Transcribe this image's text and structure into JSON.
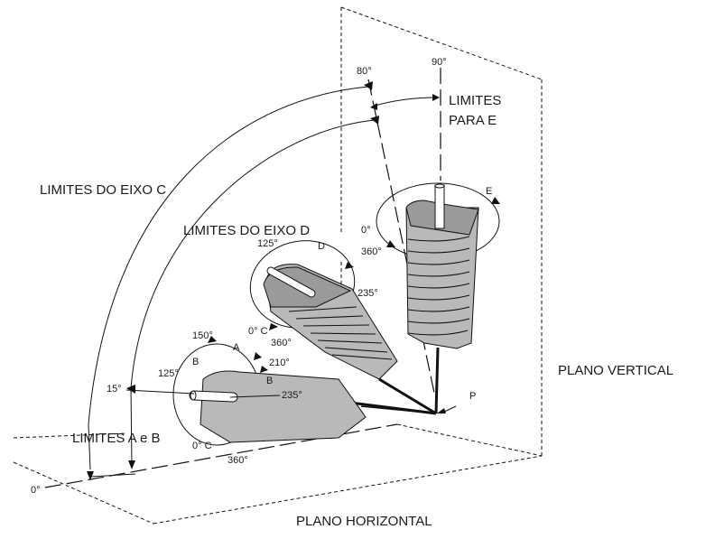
{
  "labels": {
    "limites_eixo_c": "LIMITES DO EIXO C",
    "limites_eixo_d": "LIMITES DO EIXO D",
    "limites_para_e_line1": "LIMITES",
    "limites_para_e_line2": "PARA E",
    "limites_a_e_b": "LIMITES A e B",
    "plano_vertical": "PLANO VERTICAL",
    "plano_horizontal": "PLANO HORIZONTAL",
    "point_p": "P"
  },
  "angles": {
    "deg_80": "80°",
    "deg_90": "90°",
    "deg_15": "15°",
    "deg_0": "0°",
    "e_label": "E",
    "e_0": "0°",
    "e_360": "360°",
    "d_125": "125°",
    "d_label": "D",
    "d_235": "235°",
    "d_0c": "0° C",
    "d_360": "360°",
    "ab_150": "150°",
    "ab_a": "A",
    "ab_b_left": "B",
    "ab_125": "125°",
    "ab_210": "210°",
    "ab_b_right": "B",
    "ab_235": "235°",
    "ab_0c": "0° C",
    "ab_360": "360°"
  }
}
